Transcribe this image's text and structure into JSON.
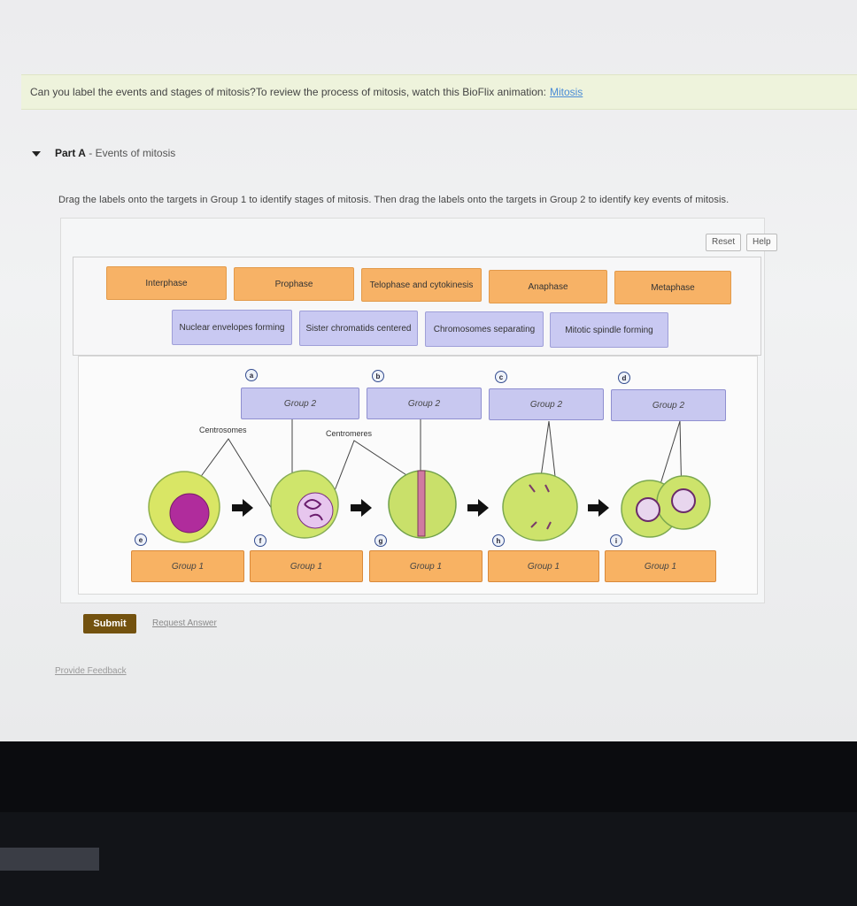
{
  "intro": {
    "text": "Can you label the events and stages of mitosis?To review the process of mitosis, watch this BioFlix animation:",
    "link": "Mitosis"
  },
  "part": {
    "label": "Part A",
    "separator": " - ",
    "title": "Events of mitosis"
  },
  "instructions": "Drag the labels onto the targets in Group 1 to identify stages of mitosis. Then drag the labels onto the targets in Group 2 to identify key events of mitosis.",
  "toolbar": {
    "reset": "Reset",
    "help": "Help"
  },
  "stage_labels": [
    "Interphase",
    "Prophase",
    "Telophase and cytokinesis",
    "Anaphase",
    "Metaphase"
  ],
  "event_labels": [
    "Nuclear envelopes forming",
    "Sister chromatids centered",
    "Chromosomes separating",
    "Mitotic spindle forming"
  ],
  "group2_targets": {
    "markers": [
      "a",
      "b",
      "c",
      "d"
    ],
    "label": "Group 2"
  },
  "group1_targets": {
    "markers": [
      "e",
      "f",
      "g",
      "h",
      "i"
    ],
    "label": "Group 1"
  },
  "diagram_labels": {
    "centrosomes": "Centrosomes",
    "centromeres": "Centromeres"
  },
  "actions": {
    "submit": "Submit",
    "request_answer": "Request Answer",
    "feedback": "Provide Feedback"
  },
  "colors": {
    "stage": "#f7b266",
    "event": "#c9c9f2",
    "submit": "#73520f",
    "link": "#4a8bd6"
  }
}
